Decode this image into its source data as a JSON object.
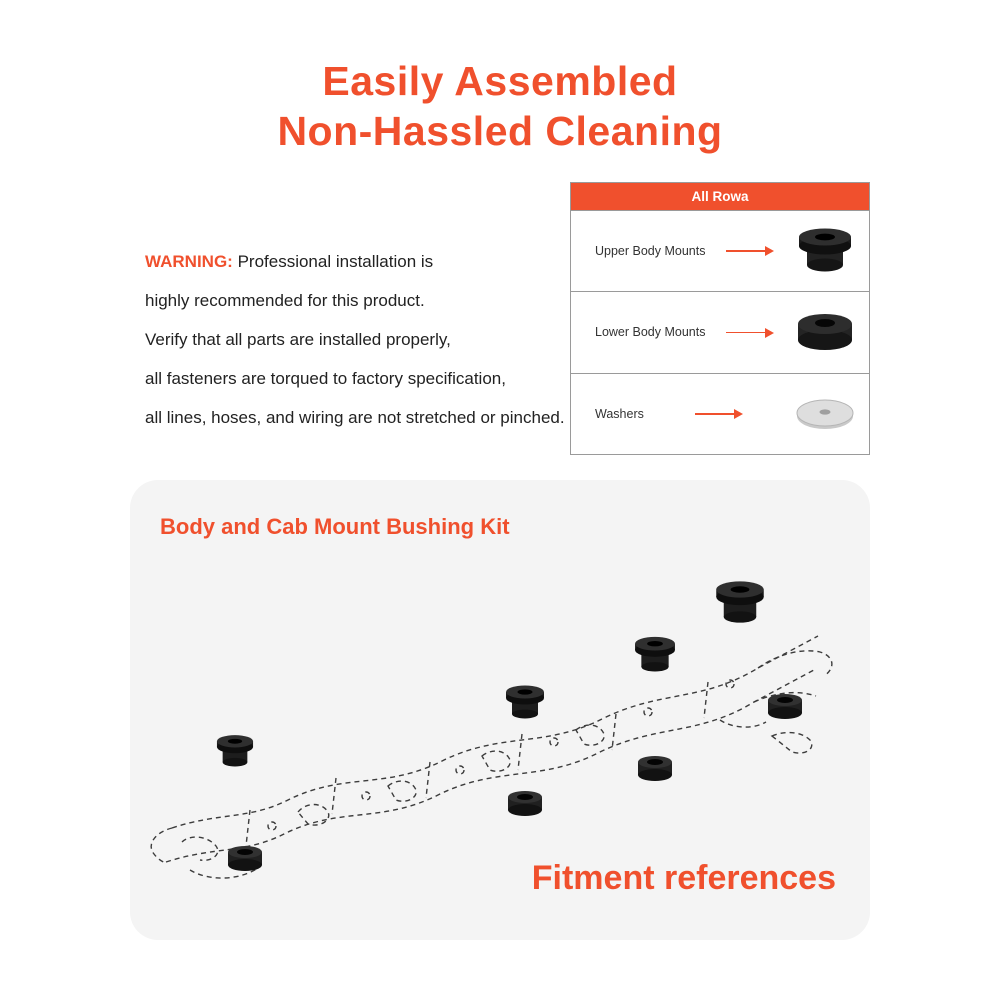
{
  "title": {
    "line1": "Easily Assembled",
    "line2": "Non-Hassled Cleaning"
  },
  "warning": {
    "label": "WARNING:",
    "lines": [
      "Professional installation is",
      "highly recommended for this product.",
      "Verify that all parts are installed properly,",
      "all fasteners are torqued to factory specification,",
      "all lines, hoses, and wiring are not stretched or pinched."
    ]
  },
  "parts_table": {
    "header": "All Rowa",
    "rows": [
      {
        "label": "Upper Body Mounts",
        "icon": "upper-body-mount-bushing-icon"
      },
      {
        "label": "Lower Body Mounts",
        "icon": "lower-body-mount-bushing-icon"
      },
      {
        "label": "Washers",
        "icon": "washer-icon"
      }
    ]
  },
  "kit_card": {
    "title": "Body and Cab Mount Bushing Kit",
    "caption": "Fitment references"
  },
  "colors": {
    "accent": "#f0502d",
    "card_background": "#f4f4f4",
    "bushing_black": "#1b1b1b",
    "washer_gray": "#dcdcdc"
  }
}
